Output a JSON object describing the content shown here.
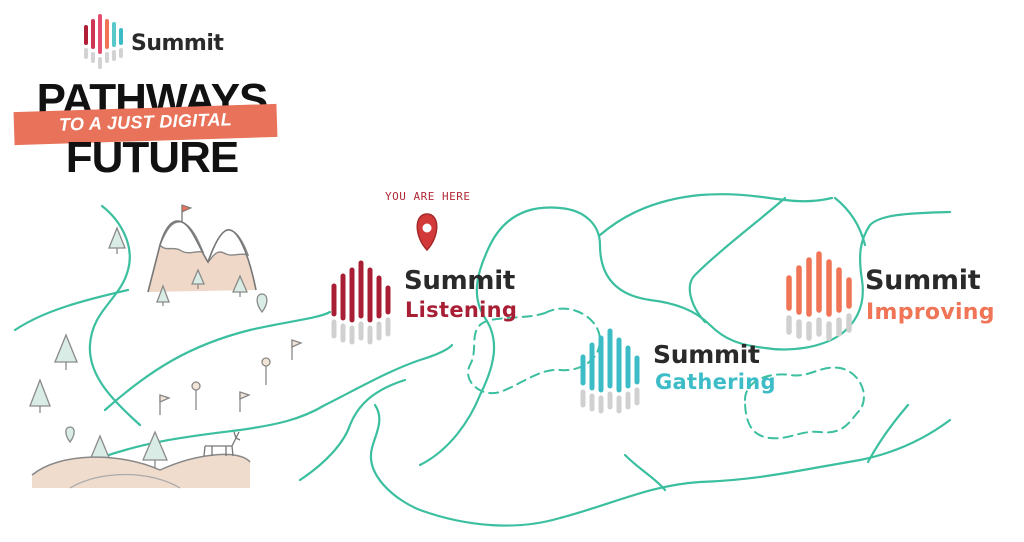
{
  "brand": {
    "name": "Summit"
  },
  "title": {
    "line1": "PATHWAYS",
    "banner": "TO A JUST DIGITAL",
    "line2": "FUTURE"
  },
  "marker": {
    "label": "YOU ARE HERE"
  },
  "stations": [
    {
      "word": "Summit",
      "sub": "Listening",
      "color": "#a81f35"
    },
    {
      "word": "Summit",
      "sub": "Gathering",
      "color": "#3bbcc7"
    },
    {
      "word": "Summit",
      "sub": "Improving",
      "color": "#f07456"
    }
  ],
  "colors": {
    "path": "#3bbf9f",
    "banner": "#e8735a",
    "marker": "#d23a3a",
    "logo_bars": [
      "#b01e36",
      "#e44d70",
      "#f27458",
      "#3bbcc7"
    ]
  },
  "icons": [
    "summit-logo-icon",
    "location-pin-icon",
    "mountain-icon",
    "tree-icon",
    "flag-icon",
    "deer-icon"
  ]
}
